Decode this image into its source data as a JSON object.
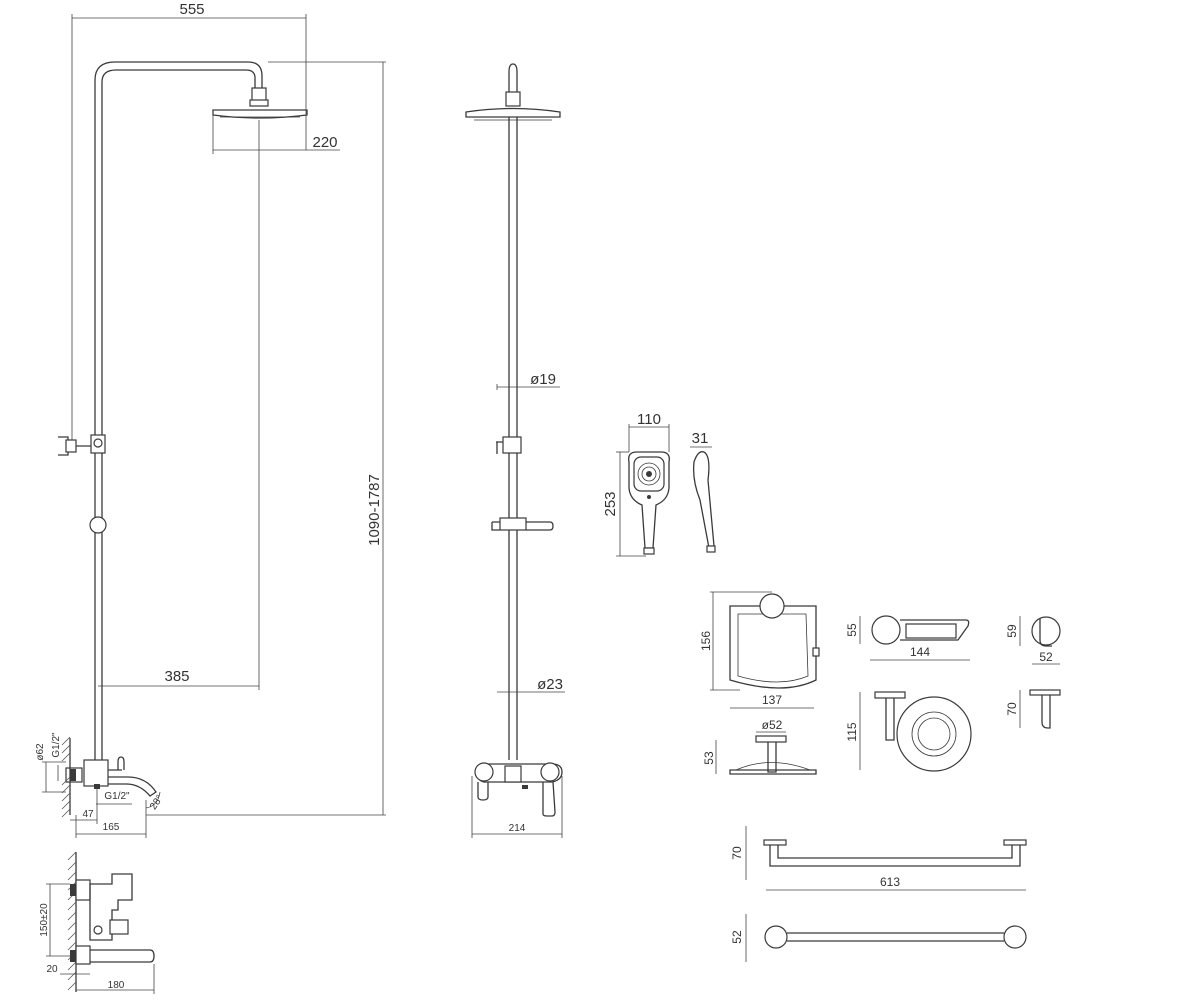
{
  "dimensions": {
    "width_total": "555",
    "head_offset": "220",
    "height_range": "1090-1787",
    "arm_reach": "385",
    "pipe_upper": "ø19",
    "pipe_lower": "ø23",
    "mixer_width": "214",
    "rose_dia": "ø62",
    "thread_top": "G1/2\"",
    "thread_mid": "G1/2\"",
    "spout_angle": "28°",
    "side_47": "47",
    "side_165": "165",
    "wall_150": "150±20",
    "wall_20": "20",
    "wall_180": "180",
    "hand_width": "110",
    "hand_depth": "31",
    "hand_length": "253",
    "paper_h": "156",
    "paper_w": "137",
    "paper_d": "ø52",
    "paper_depth": "53",
    "soap_h": "55",
    "soap_w": "144",
    "glass_h": "115",
    "hook_h": "59",
    "hook_w": "52",
    "hook_side": "70",
    "rail_depth": "70",
    "rail_len": "613",
    "rail_top": "52"
  }
}
